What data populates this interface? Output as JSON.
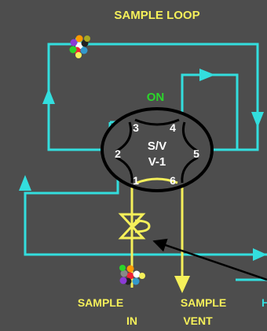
{
  "title": "SAMPLE LOOP",
  "valve": {
    "state_label": "ON",
    "name_line1": "S/V",
    "name_line2": "V-1",
    "ports": [
      "1",
      "2",
      "3",
      "4",
      "5",
      "6"
    ]
  },
  "labels": {
    "sample_in_line1": "SAMPLE",
    "sample_in_line2": "IN",
    "sample_vent_line1": "SAMPLE",
    "sample_vent_line2": "VENT",
    "partial_right": "H"
  },
  "colors": {
    "background": "#4d4d4d",
    "carrier_line": "#33dede",
    "sample_line": "#f5f05a",
    "title_text": "#f5f05a",
    "on_text": "#2bd62b",
    "valve_text": "#ffffff",
    "valve_outline": "#000000"
  },
  "icons": [
    "sample-molecules-icon",
    "needle-valve-icon",
    "pointer-arrow-icon"
  ]
}
